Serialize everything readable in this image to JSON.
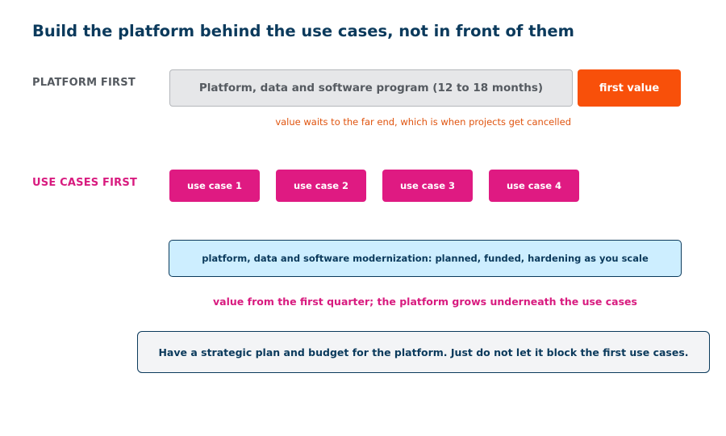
{
  "title": "Build the platform behind the use cases, not in front of them",
  "platform_first": {
    "label": "PLATFORM FIRST",
    "program_box": "Platform, data and software program (12 to 18 months)",
    "first_value": "first value",
    "note": "value waits to the far end, which is when projects get cancelled"
  },
  "use_cases_first": {
    "label": "USE CASES FIRST",
    "use_cases": [
      "use case 1",
      "use case 2",
      "use case 3",
      "use case 4"
    ],
    "platform_box": "platform, data and software modernization: planned, funded, hardening as you scale",
    "note": "value from the first quarter; the platform grows underneath the use cases"
  },
  "conclusion": "Have a strategic plan and budget for the platform. Just do not let it block the first use cases.",
  "colors": {
    "navy": "#0b3a5c",
    "gray_text": "#555a60",
    "orange": "#f8500a",
    "magenta": "#df1a82",
    "light_blue": "#cdeeff"
  }
}
